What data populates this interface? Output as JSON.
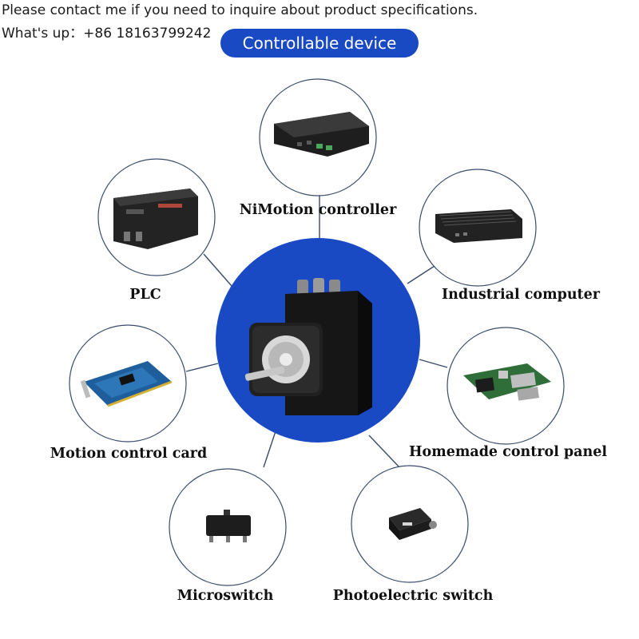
{
  "header": {
    "line1": "Please contact me if you need to inquire about product specifications.",
    "line2": "What's up：+86 18163799242"
  },
  "title": "Controllable device",
  "colors": {
    "accent": "#1a49c4",
    "outline": "#3a4c6a"
  },
  "center_device": {
    "icon": "integrated-stepper-servo-motor-icon"
  },
  "devices": [
    {
      "label": "NiMotion controller",
      "icon": "controller-box-icon"
    },
    {
      "label": "Industrial computer",
      "icon": "fanless-pc-icon"
    },
    {
      "label": "Homemade control panel",
      "icon": "single-board-computer-icon"
    },
    {
      "label": "Photoelectric switch",
      "icon": "photoelectric-sensor-icon"
    },
    {
      "label": "Microswitch",
      "icon": "microswitch-icon"
    },
    {
      "label": "Motion control card",
      "icon": "pci-card-icon"
    },
    {
      "label": "PLC",
      "icon": "plc-module-icon"
    }
  ]
}
